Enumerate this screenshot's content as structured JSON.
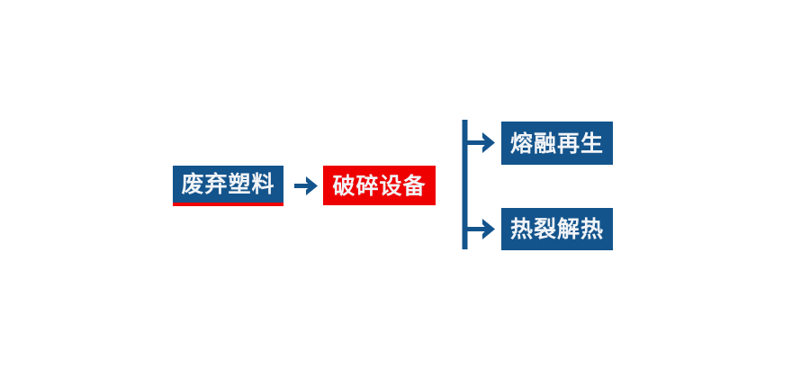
{
  "diagram": {
    "type": "flowchart",
    "title": "",
    "orientation": "left-to-right",
    "background_color": "#ffffff",
    "palette": {
      "primary_blue": "#14548c",
      "accent_red": "#ee0000",
      "node_text": "#f2f4f7",
      "connector": "#14548c"
    },
    "nodes": [
      {
        "id": "waste",
        "label": "废弃塑料",
        "shape": "rectangle",
        "fill": "#14548c",
        "text_color": "#f2f4f7",
        "accent_border": "#ee0000",
        "accent_border_side": "bottom"
      },
      {
        "id": "crusher",
        "label": "破碎设备",
        "shape": "rectangle",
        "fill": "#ee0000",
        "text_color": "#f2f4f7",
        "accent_border": "none",
        "accent_border_side": "none"
      },
      {
        "id": "melt",
        "label": "熔融再生",
        "shape": "rectangle",
        "fill": "#14548c",
        "text_color": "#f2f4f7",
        "accent_border": "none",
        "accent_border_side": "none"
      },
      {
        "id": "pyrolysis",
        "label": "热裂解热",
        "shape": "rectangle",
        "fill": "#14548c",
        "text_color": "#f2f4f7",
        "accent_border": "none",
        "accent_border_side": "none"
      }
    ],
    "connectors": [
      {
        "id": "waste-to-crusher",
        "from": "waste",
        "to": "crusher",
        "style": "straight-arrow",
        "color": "#14548c",
        "label": ""
      },
      {
        "id": "crusher-to-melt",
        "from": "crusher",
        "to": "melt",
        "style": "branch-arrow",
        "color": "#14548c",
        "label": ""
      },
      {
        "id": "crusher-to-pyrolysis",
        "from": "crusher",
        "to": "pyrolysis",
        "style": "branch-arrow",
        "color": "#14548c",
        "label": ""
      }
    ]
  }
}
